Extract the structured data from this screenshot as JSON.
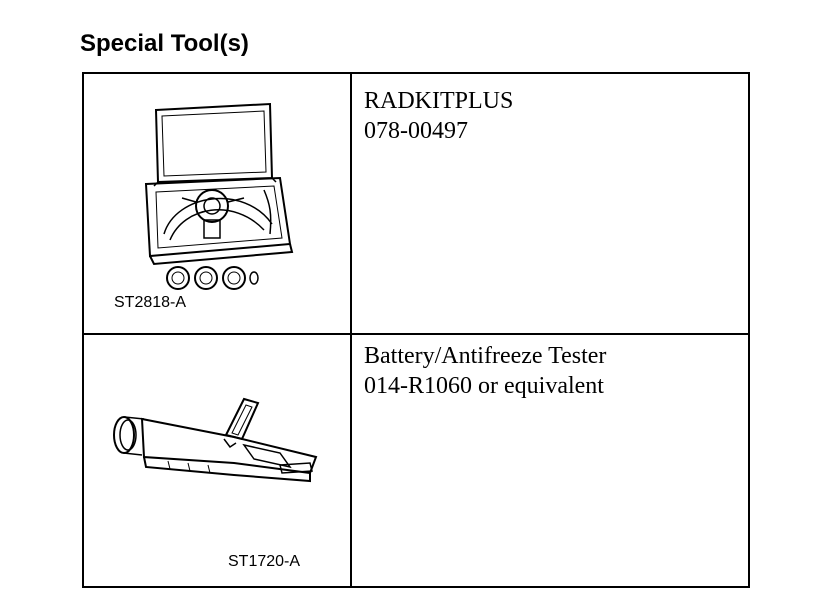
{
  "title": "Special Tool(s)",
  "tools": [
    {
      "image_code": "ST2818-A",
      "name": "RADKITPLUS",
      "number": "078-00497"
    },
    {
      "image_code": "ST1720-A",
      "name": "Battery/Antifreeze Tester",
      "number": "014-R1060 or equivalent"
    }
  ]
}
